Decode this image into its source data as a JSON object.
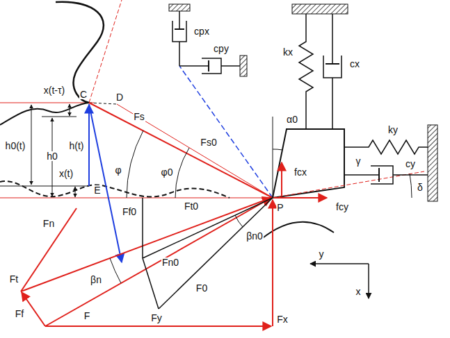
{
  "diagram": {
    "labels": [
      "cpx",
      "kx",
      "cx",
      "cpy",
      "C",
      "D",
      "x(t-τ)",
      "α0",
      "ky",
      "Fs",
      "Fs0",
      "h0(t)",
      "h0",
      "h(t)",
      "φ",
      "φ0",
      "fcx",
      "γ",
      "cy",
      "x(t)",
      "E",
      "δ",
      "P",
      "fcy",
      "Ft0",
      "Ff0",
      "Fn",
      "βn0",
      "Fn0",
      "y",
      "βn",
      "F0",
      "Ft",
      "x",
      "Ff",
      "F",
      "Fy",
      "Fx"
    ]
  }
}
